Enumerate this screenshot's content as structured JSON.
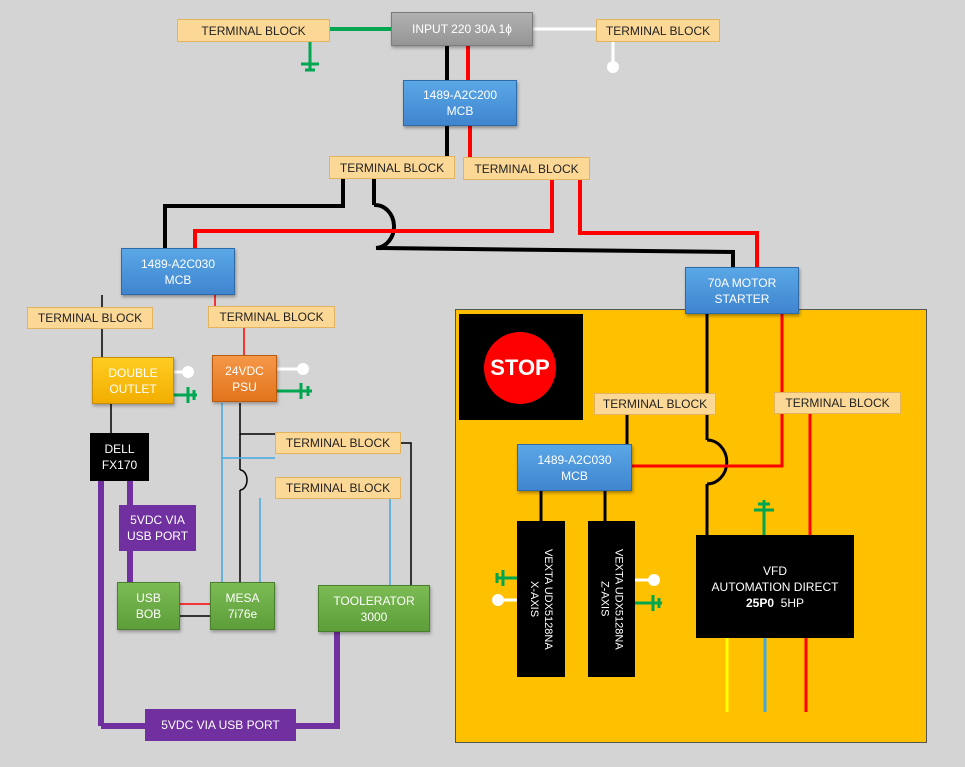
{
  "input": {
    "label": "INPUT 220 30A 1ϕ"
  },
  "terminal_block_label": "TERMINAL BLOCK",
  "mcb_main": {
    "line1": "1489-A2C200",
    "line2": "MCB"
  },
  "mcb_left": {
    "line1": "1489-A2C030",
    "line2": "MCB"
  },
  "mcb_panel": {
    "line1": "1489-A2C030",
    "line2": "MCB"
  },
  "motor_starter": {
    "line1": "70A MOTOR",
    "line2": "STARTER"
  },
  "double_outlet": {
    "line1": "DOUBLE",
    "line2": "OUTLET"
  },
  "psu": {
    "line1": "24VDC",
    "line2": "PSU"
  },
  "dell": {
    "line1": "DELL",
    "line2": "FX170"
  },
  "usb_power_upper": {
    "line1": "5VDC VIA",
    "line2": "USB PORT"
  },
  "usb_bob": {
    "line1": "USB",
    "line2": "BOB"
  },
  "mesa": {
    "line1": "MESA",
    "line2": "7i76e"
  },
  "toolerator": {
    "line1": "TOOLERATOR",
    "line2": "3000"
  },
  "usb_power_bottom": {
    "label": "5VDC VIA USB PORT"
  },
  "stop": {
    "label": "STOP"
  },
  "x_axis": {
    "line1": "X-AXIS",
    "line2": "VEXTA UDX5128NA"
  },
  "z_axis": {
    "line1": "Z-AXIS",
    "line2": "VEXTA UDX5128NA"
  },
  "vfd": {
    "line1": "VFD",
    "line2": "AUTOMATION DIRECT",
    "line3a": "25P0",
    "line3b": "5HP"
  },
  "colors": {
    "hot": "#ff0000",
    "line": "#000000",
    "neutral": "#ffffff",
    "ground": "#00a650",
    "signal": "#41a8e0",
    "usb": "#7030a0",
    "motor_yellow": "#ffff00",
    "panel": "#ffc000"
  }
}
